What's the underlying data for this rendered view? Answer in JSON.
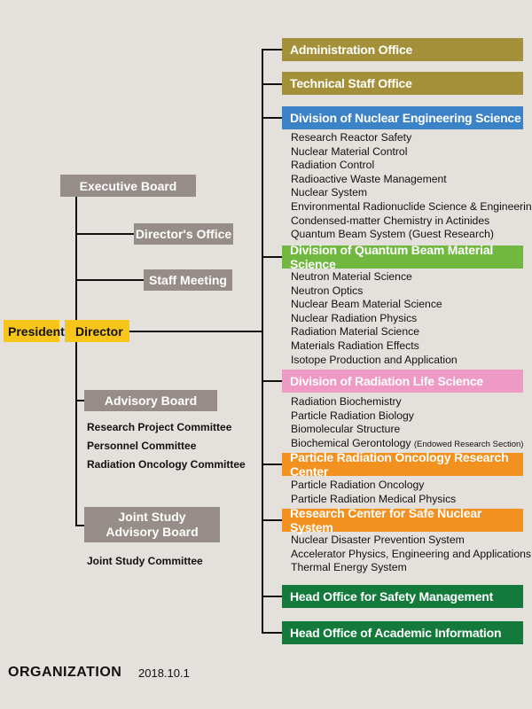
{
  "left": {
    "executive_board": "Executive Board",
    "directors_office": "Director's Office",
    "staff_meeting": "Staff Meeting",
    "president": "President",
    "director": "Director",
    "advisory_board": "Advisory Board",
    "advisory_committees": [
      "Research Project Committee",
      "Personnel Committee",
      "Radiation Oncology Committee"
    ],
    "joint_study_line1": "Joint Study",
    "joint_study_line2": "Advisory Board",
    "joint_study_committee": "Joint Study Committee"
  },
  "right": {
    "administration_office": "Administration Office",
    "technical_staff_office": "Technical Staff Office",
    "nuclear_engineering": {
      "title": "Division of Nuclear Engineering Science",
      "items": [
        "Research Reactor Safety",
        "Nuclear Material Control",
        "Radiation Control",
        "Radioactive Waste Management",
        "Nuclear System",
        "Environmental Radionuclide Science & Engineering",
        "Condensed-matter Chemistry in Actinides",
        "Quantum Beam System (Guest Research)"
      ]
    },
    "quantum_beam": {
      "title": "Division of Quantum Beam Material Science",
      "items": [
        "Neutron Material Science",
        "Neutron Optics",
        "Nuclear Beam Material Science",
        "Nuclear Radiation Physics",
        "Radiation Material Science",
        "Materials Radiation Effects",
        "Isotope Production and Application"
      ]
    },
    "radiation_life": {
      "title": "Division of Radiation Life Science",
      "items": [
        "Radiation Biochemistry",
        "Particle Radiation Biology",
        "Biomolecular Structure",
        "Biochemical Gerontology"
      ],
      "endowed_note": "(Endowed Research Section)"
    },
    "particle_oncology": {
      "title": "Particle Radiation Oncology Research Center",
      "items": [
        "Particle Radiation Oncology",
        "Particle Radiation Medical Physics"
      ]
    },
    "safe_nuclear": {
      "title": "Research Center for Safe Nuclear System",
      "items": [
        "Nuclear Disaster Prevention System",
        "Accelerator Physics, Engineering and Applications",
        "Thermal Energy System"
      ]
    },
    "safety_management": "Head Office for Safety Management",
    "academic_information": "Head Office of Academic Information"
  },
  "footer": {
    "title": "ORGANIZATION",
    "date": "2018.10.1"
  },
  "colors": {
    "gray": "#968d88",
    "yellow": "#f8c51a",
    "olive": "#a5903a",
    "blue": "#3c82c6",
    "light_green": "#70b83f",
    "pink": "#ee9ac4",
    "orange": "#f29120",
    "dark_green": "#137a3c"
  }
}
